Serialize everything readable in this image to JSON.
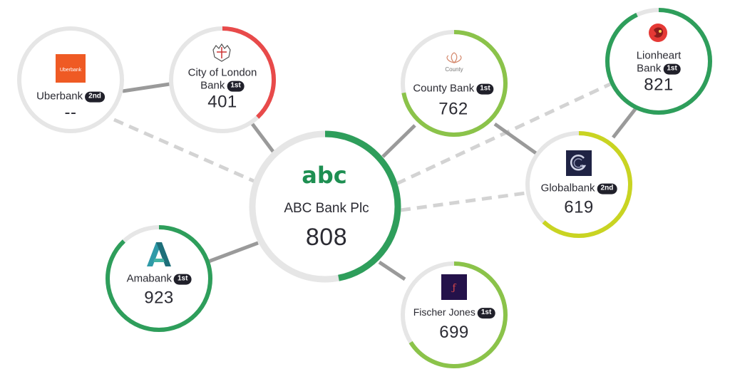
{
  "main": {
    "name": "ABC Bank Plc",
    "score": "808",
    "logo_text": "abc",
    "progress": 0.47,
    "ring_color": "#2e9e5b"
  },
  "nodes": [
    {
      "id": "uberbank",
      "name": "Uberbank",
      "degree": "2nd",
      "score": "--",
      "logo_text": "Uberbank",
      "progress": 0,
      "ring_color": "#e6e6e6",
      "logo": "uberbank-logo"
    },
    {
      "id": "city-of-london",
      "name_line1": "City of London",
      "name_line2": "Bank",
      "degree": "1st",
      "score": "401",
      "progress": 0.38,
      "ring_color": "#e84a4a",
      "logo": "city-of-london-crest"
    },
    {
      "id": "county-bank",
      "name": "County Bank",
      "degree": "1st",
      "score": "762",
      "logo_text": "County",
      "progress": 0.72,
      "ring_color": "#8bc34a",
      "logo": "county-lotus-logo"
    },
    {
      "id": "lionheart",
      "name_line1": "Lionheart",
      "name_line2": "Bank",
      "degree": "1st",
      "score": "821",
      "progress": 0.93,
      "ring_color": "#2e9e5b",
      "logo": "lionheart-logo"
    },
    {
      "id": "globalbank",
      "name": "Globalbank",
      "degree": "2nd",
      "score": "619",
      "progress": 0.62,
      "ring_color": "#c9d422",
      "logo": "globalbank-logo"
    },
    {
      "id": "fischer-jones",
      "name": "Fischer Jones",
      "degree": "1st",
      "score": "699",
      "progress": 0.66,
      "ring_color": "#8bc34a",
      "logo": "fischer-jones-logo"
    },
    {
      "id": "amabank",
      "name": "Amabank",
      "degree": "1st",
      "score": "923",
      "progress": 0.88,
      "ring_color": "#2e9e5b",
      "logo": "amabank-logo"
    }
  ],
  "colors": {
    "track": "#e6e6e6",
    "solid_link": "#9a9a9a",
    "dashed_link": "#d3d3d3",
    "badge_bg": "#20202a"
  }
}
